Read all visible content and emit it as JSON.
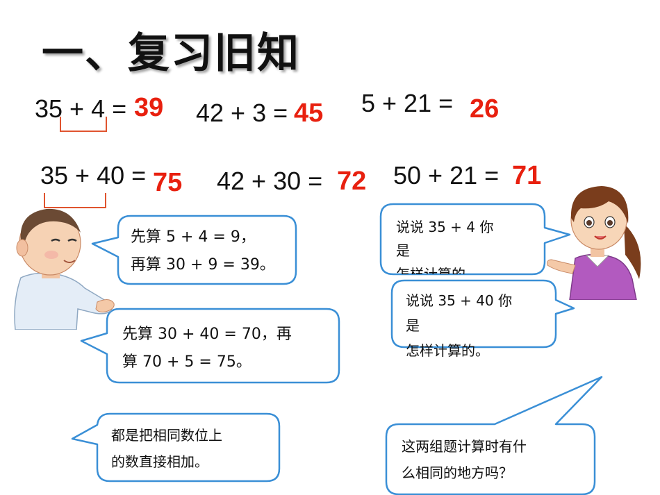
{
  "title": "一、复习旧知",
  "row1": [
    {
      "expr": "35 + 4 =",
      "answer": "39"
    },
    {
      "expr": "42 + 3 =",
      "answer": "45"
    },
    {
      "expr": "5 + 21 =",
      "answer": "26"
    }
  ],
  "row2": [
    {
      "expr": "35 + 40 =",
      "answer": "75"
    },
    {
      "expr": "42 + 30 =",
      "answer": "72"
    },
    {
      "expr": "50 + 21 =",
      "answer": "71"
    }
  ],
  "bubbles": {
    "boy1": [
      "先算 5 + 4 = 9，",
      "再算 30 + 9 = 39。"
    ],
    "boy2": [
      "先算 30 + 40 = 70，再",
      "算 70 + 5 = 75。"
    ],
    "girl1": [
      "说说 35 + 4 你",
      "是",
      "怎样计算的。"
    ],
    "girl2": [
      "说说 35 + 40 你",
      "是",
      "怎样计算的。"
    ],
    "bottom_left": [
      "都是把相同数位上",
      "的数直接相加。"
    ],
    "bottom_right": [
      "这两组题计算时有什",
      "么相同的地方吗？"
    ]
  }
}
